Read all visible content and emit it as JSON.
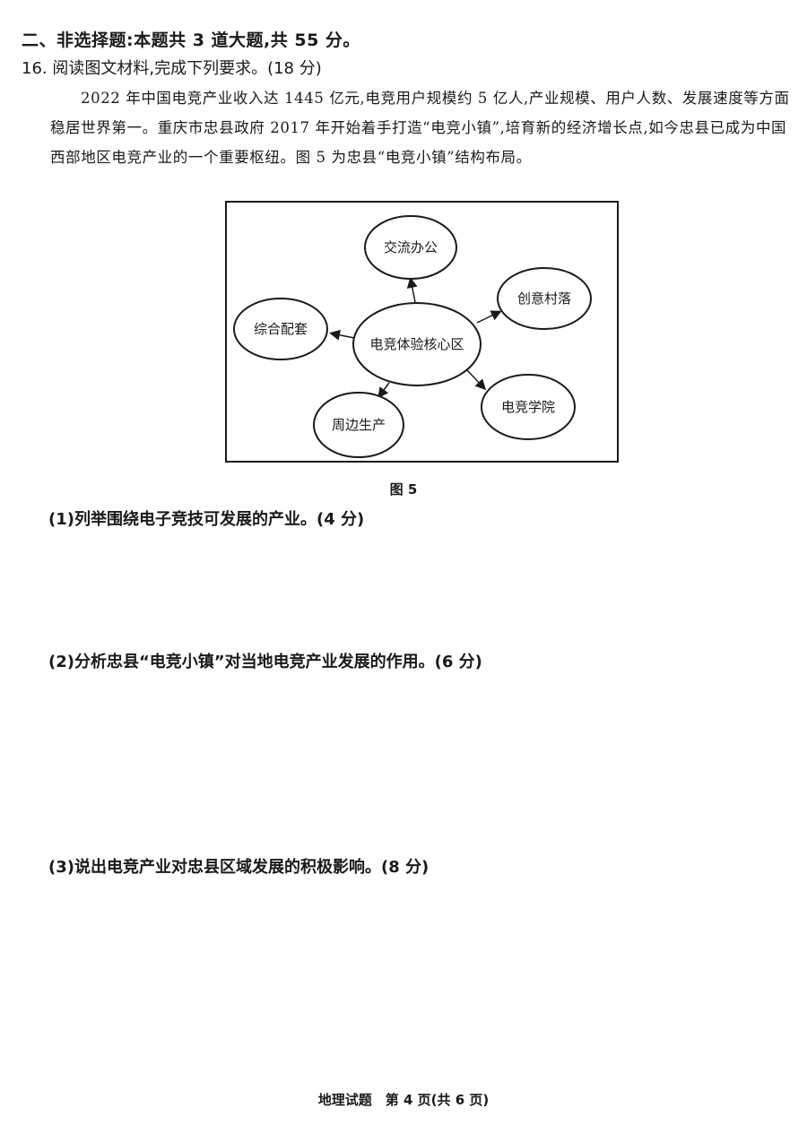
{
  "section": {
    "title": "二、非选择题:本题共 3 道大题,共 55 分。"
  },
  "question": {
    "title": "16. 阅读图文材料,完成下列要求。(18 分)",
    "passage": "2022 年中国电竞产业收入达 1445 亿元,电竞用户规模约 5 亿人,产业规模、用户人数、发展速度等方面稳居世界第一。重庆市忠县政府 2017 年开始着手打造“电竞小镇”,培育新的经济增长点,如今忠县已成为中国西部地区电竞产业的一个重要枢纽。图 5 为忠县“电竞小镇”结构布局。"
  },
  "diagram": {
    "center": "电竞体验核心区",
    "nodes": {
      "top": "交流办公",
      "upper_right": "创意村落",
      "left": "综合配套",
      "lower_right": "电竞学院",
      "lower_left": "周边生产"
    },
    "caption": "图 5"
  },
  "subquestions": [
    "(1)列举围绕电子竞技可发展的产业。(4 分)",
    "(2)分析忠县“电竞小镇”对当地电竞产业发展的作用。(6 分)",
    "(3)说出电竞产业对忠县区域发展的积极影响。(8 分)"
  ],
  "footer": "地理试题　第 4 页(共 6 页)"
}
